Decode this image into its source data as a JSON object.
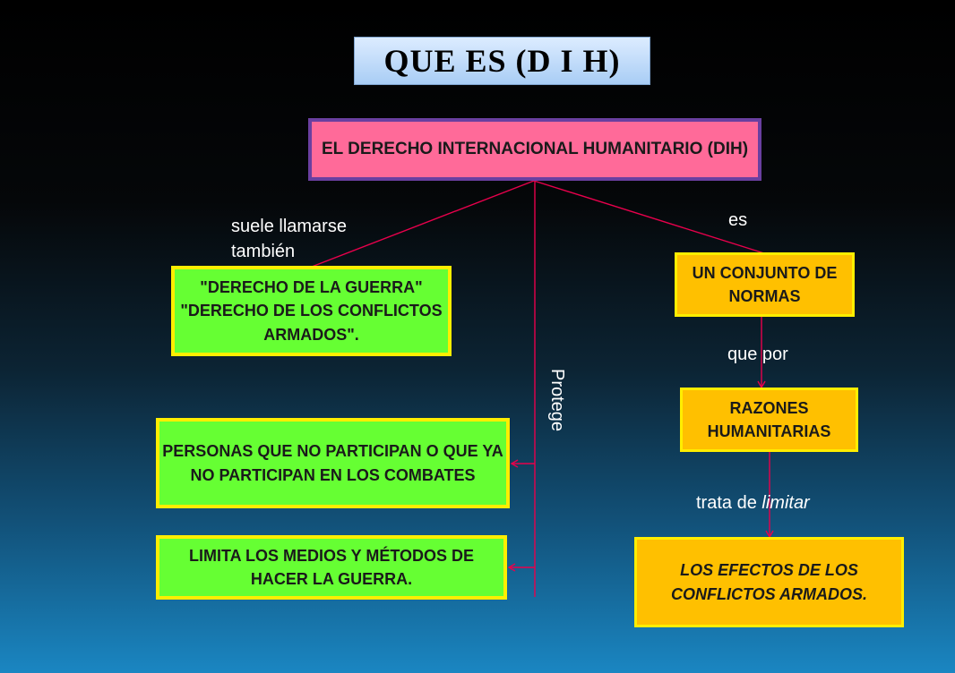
{
  "title": "QUE ES (D I H)",
  "nodes": {
    "main": "EL DERECHO INTERNACIONAL HUMANITARIO (DIH)",
    "guerra": "\"DERECHO DE LA GUERRA\" \"DERECHO DE LOS CONFLICTOS ARMADOS\".",
    "personas": "PERSONAS QUE NO PARTICIPAN O QUE YA NO PARTICIPAN EN LOS COMBATES",
    "limita": "LIMITA LOS MEDIOS Y MÉTODOS DE HACER LA GUERRA.",
    "conjunto": "UN CONJUNTO DE NORMAS",
    "razones": "RAZONES HUMANITARIAS",
    "efectos": "LOS EFECTOS DE LOS CONFLICTOS ARMADOS."
  },
  "edge_labels": {
    "suele": "suele llamarse también",
    "es": "es",
    "protege": "Protege",
    "que_por": "que por",
    "trata_prefix": "trata de ",
    "trata_em": "limitar"
  },
  "colors": {
    "title_bg": "#bcd9fa",
    "main_bg": "#ff6a99",
    "main_border": "#6a3fa0",
    "green_bg": "#66ff33",
    "orange_bg": "#ffc000",
    "node_border": "#ffee00",
    "connector": "#e8004c",
    "label_text": "#ffffff"
  }
}
